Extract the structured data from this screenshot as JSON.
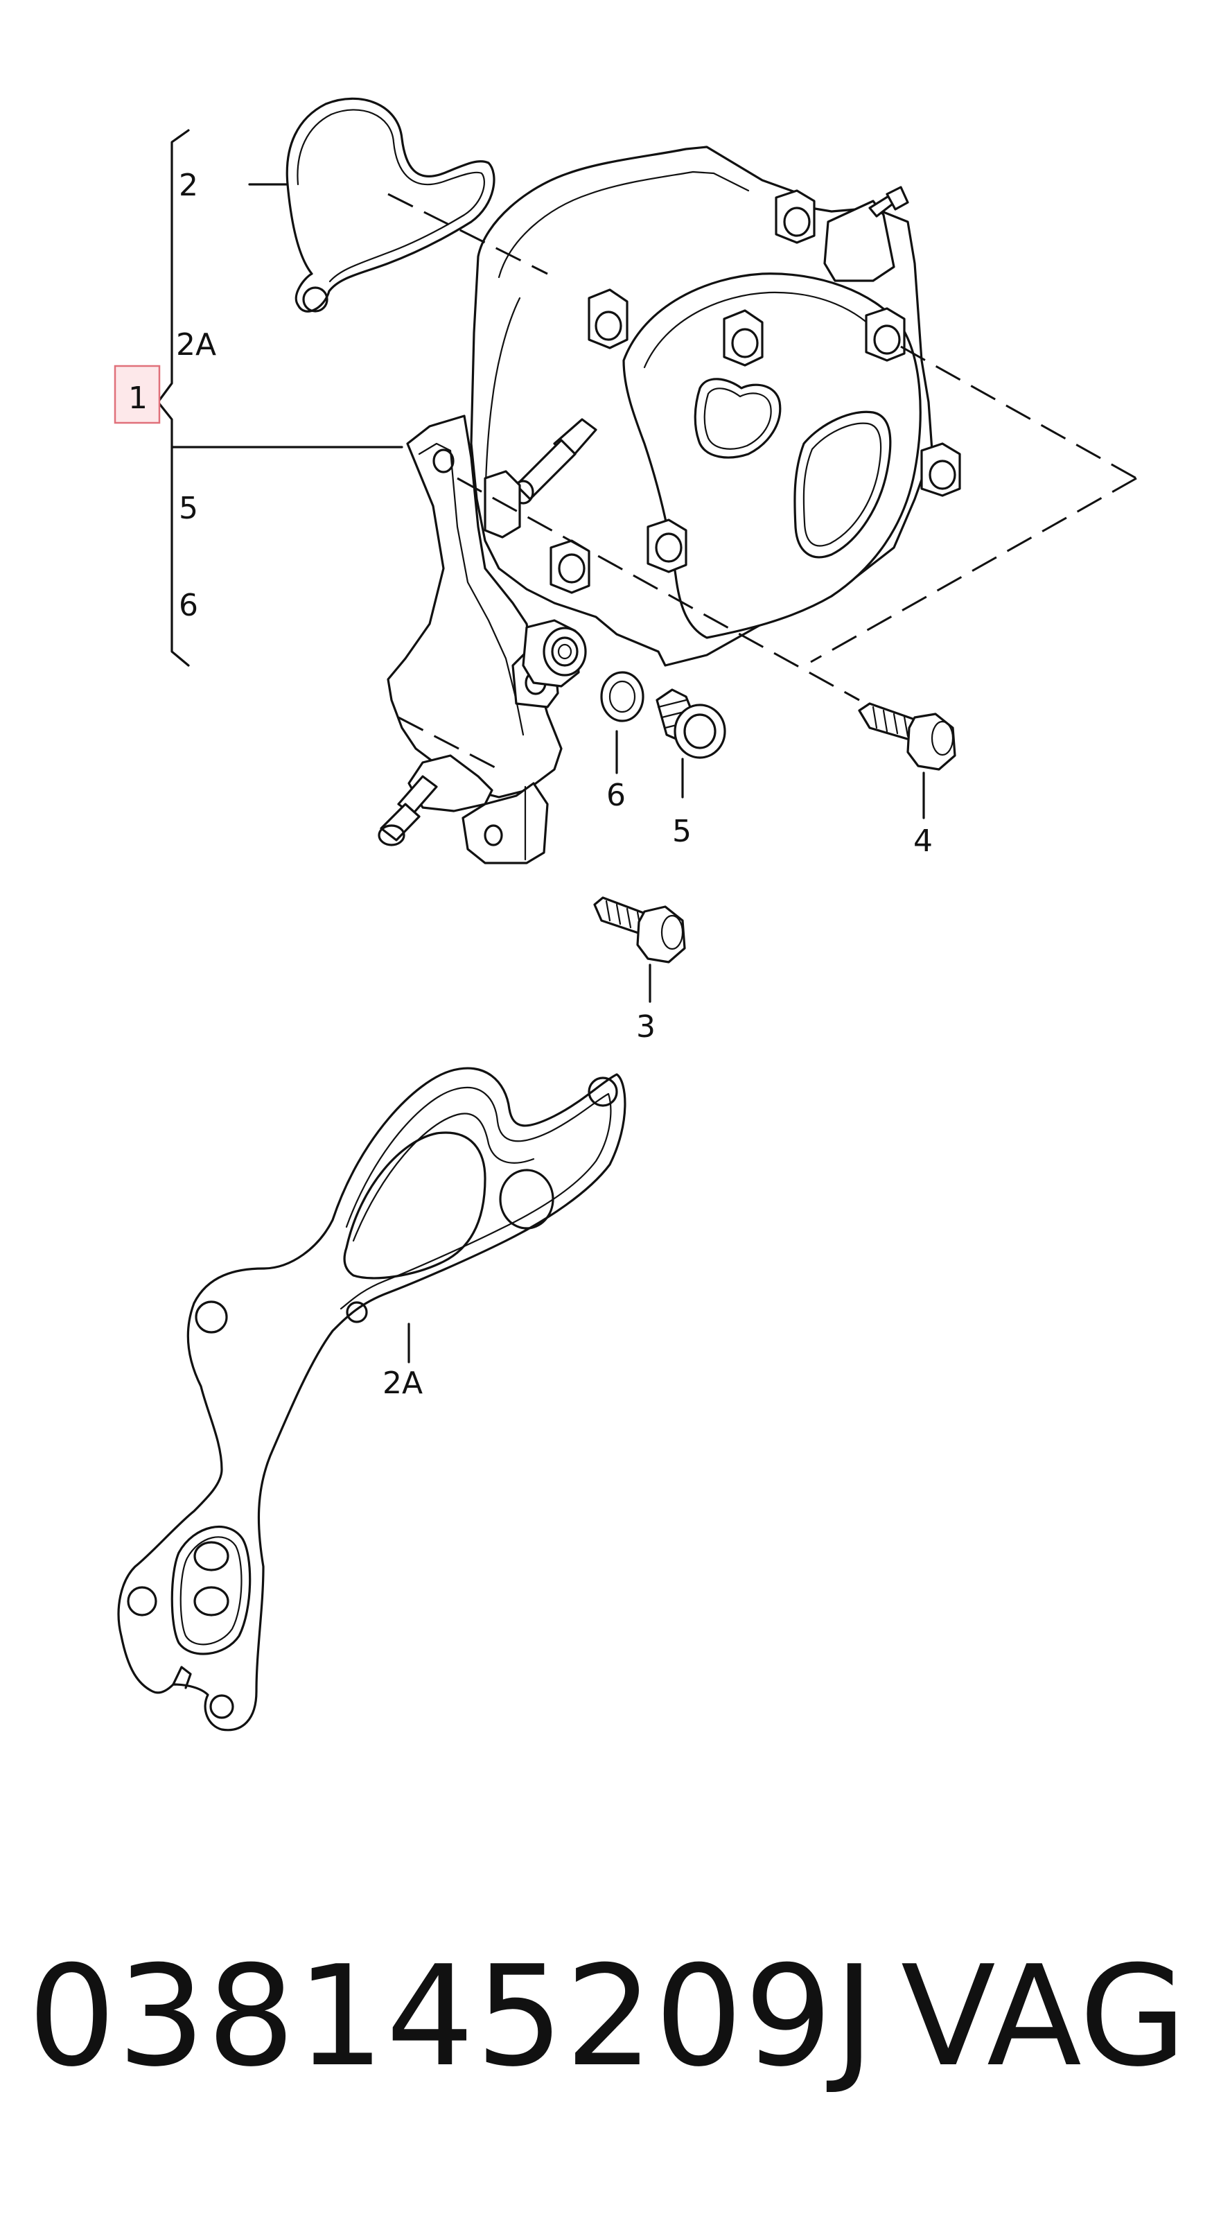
{
  "callouts": {
    "group_1": "1",
    "gasket_2": "2",
    "gasket_2a_top": "2A",
    "plug_5_top": "5",
    "seal_6_top": "6",
    "seal_6": "6",
    "plug_5": "5",
    "bolt_4": "4",
    "bolt_3": "3",
    "gasket_2a_bottom": "2A"
  },
  "footer": {
    "part_number": "038145209J",
    "brand": "VAG"
  },
  "colors": {
    "line": "#111111",
    "highlight_fill": "#fde8ea",
    "highlight_border": "#e0707a"
  }
}
